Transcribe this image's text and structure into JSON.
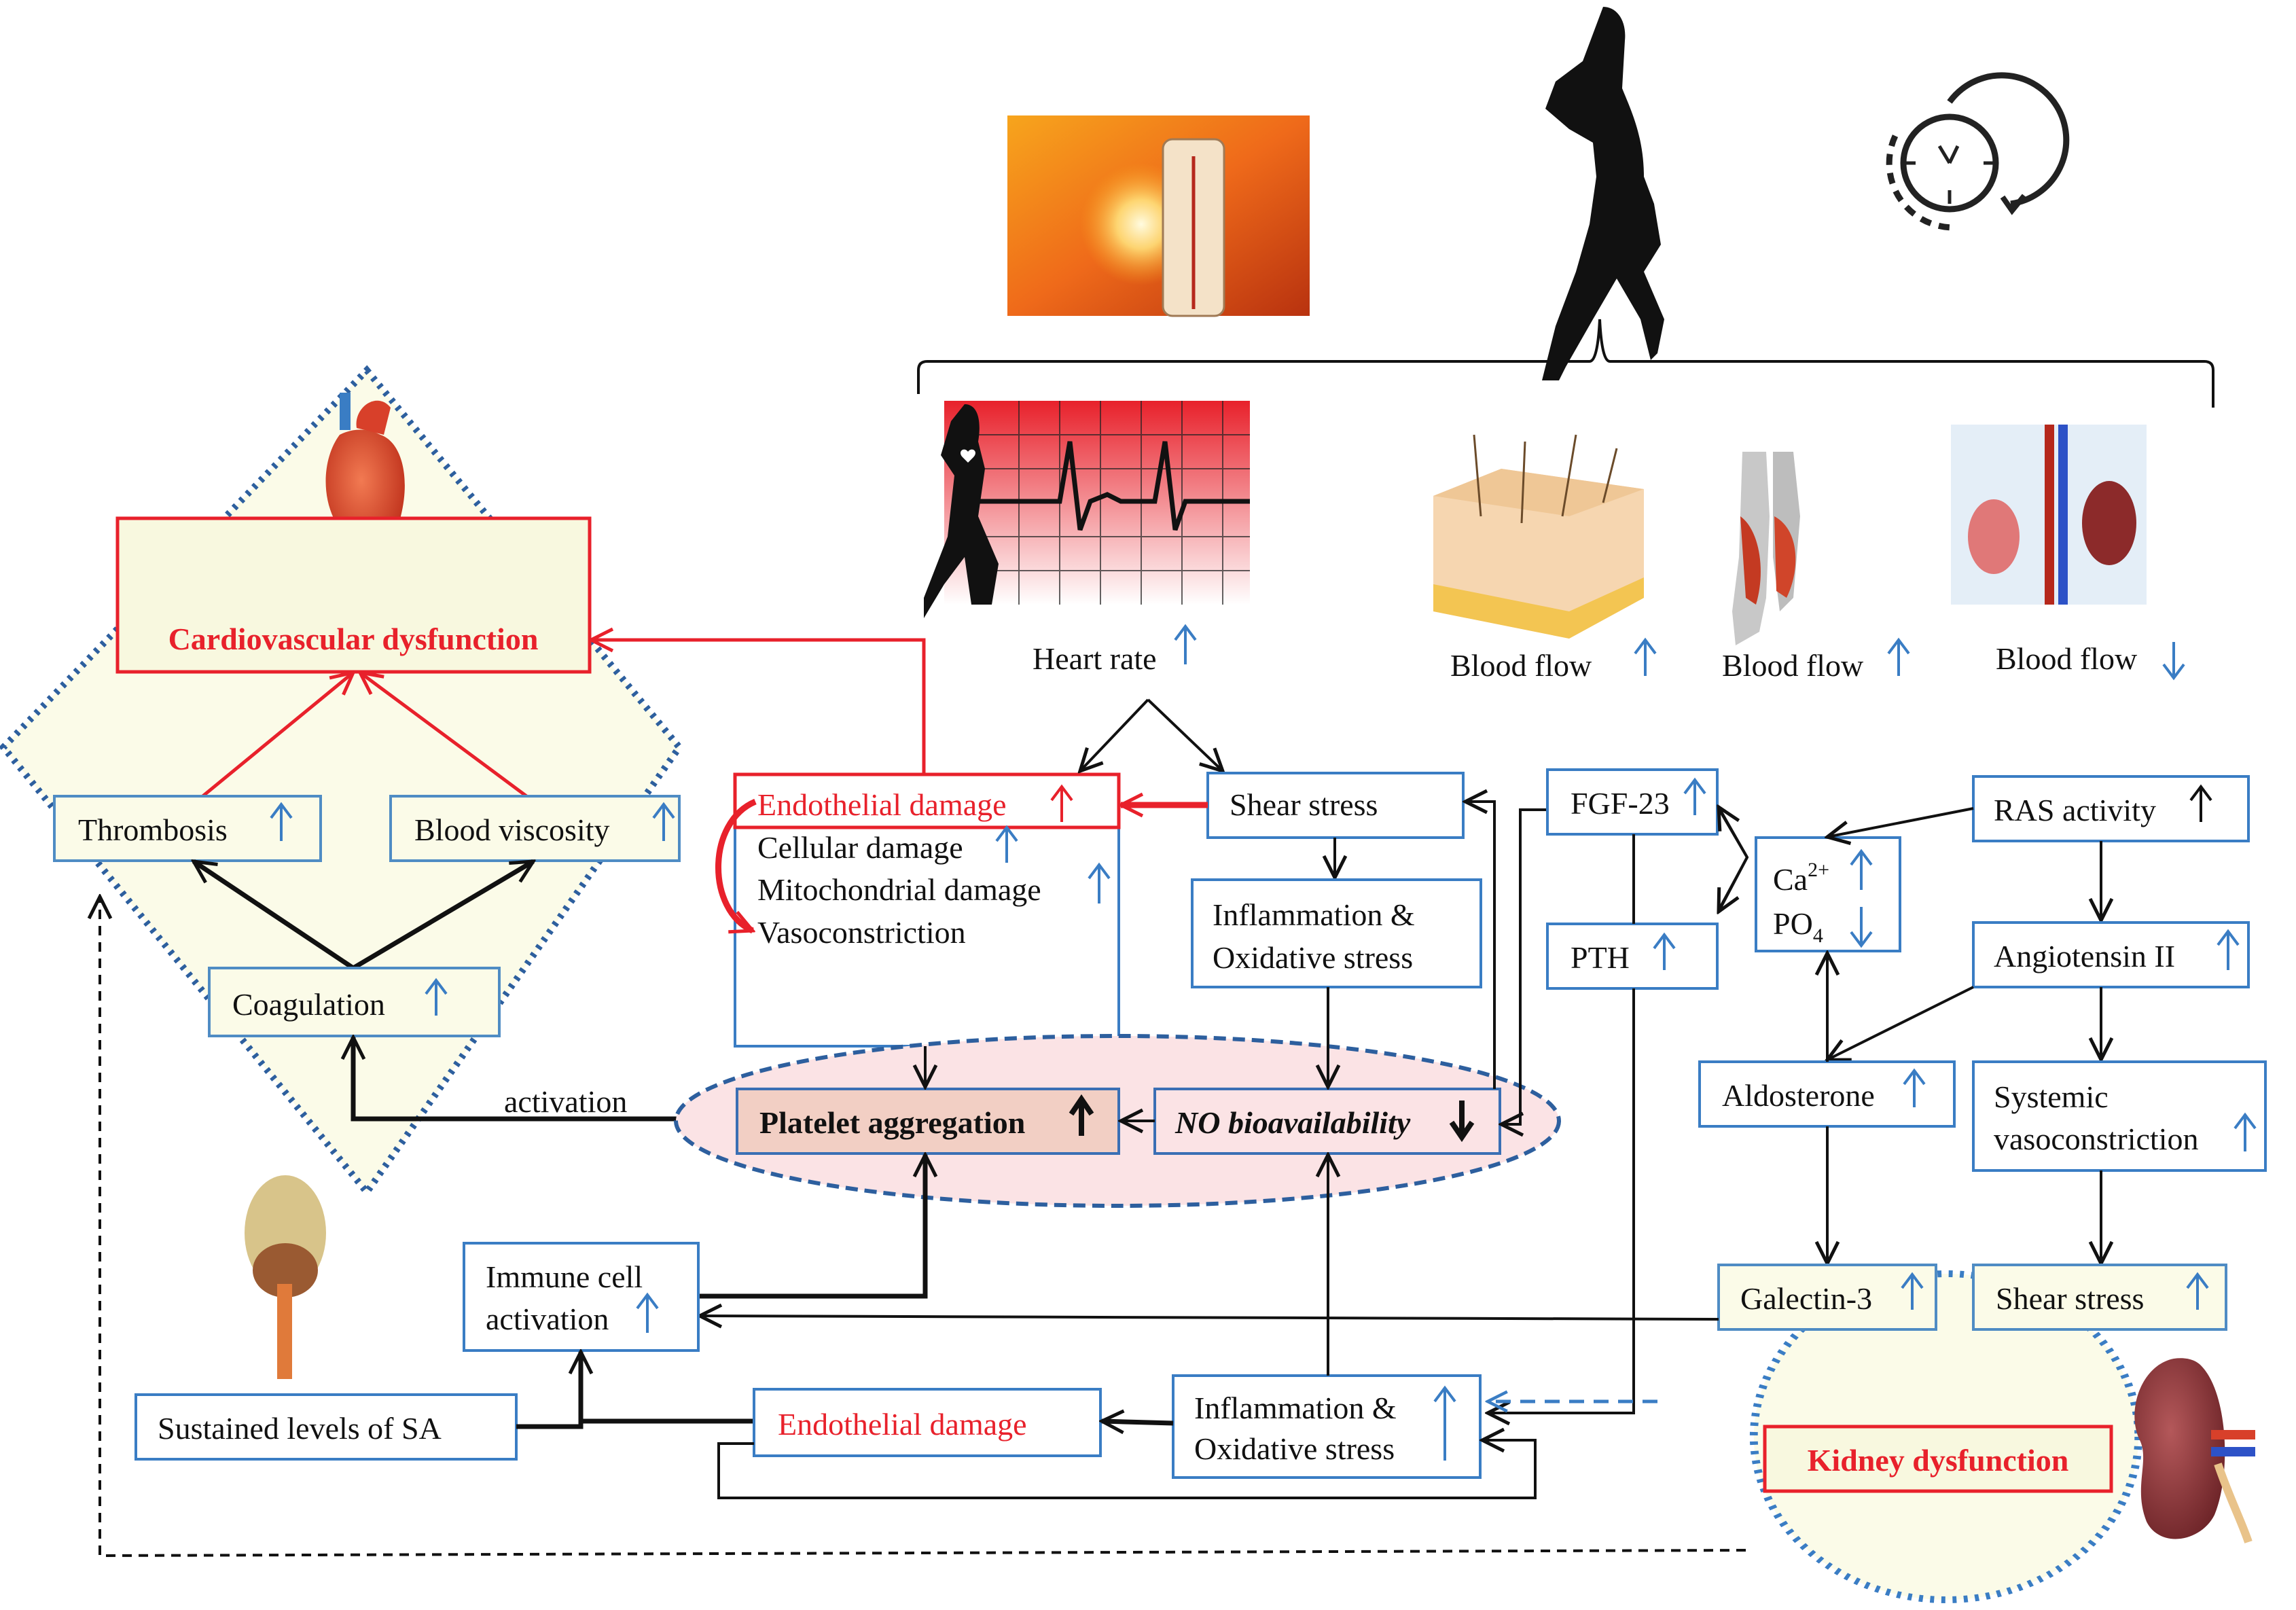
{
  "top": {
    "icons": [
      "heat-thermometer-image",
      "runner-silhouette",
      "clock-cycle-icon"
    ]
  },
  "physiology": {
    "heart_rate": {
      "label": "Heart rate",
      "trend": "up"
    },
    "skin_blood_flow": {
      "label": "Blood flow",
      "trend": "up"
    },
    "muscle_blood_flow": {
      "label": "Blood flow",
      "trend": "up"
    },
    "kidney_blood_flow": {
      "label": "Blood flow",
      "trend": "down"
    }
  },
  "cardio": {
    "title": "Cardiovascular dysfunction",
    "thrombosis": "Thrombosis",
    "viscosity": "Blood viscosity",
    "coagulation": "Coagulation",
    "activation_label": "activation"
  },
  "endothelial_block": {
    "line1": "Endothelial damage",
    "line2": "Cellular damage",
    "line3": "Mitochondrial damage",
    "line4": "Vasoconstriction"
  },
  "center": {
    "shear_stress": "Shear stress",
    "inflammation_l1": "Inflammation &",
    "inflammation_l2": "Oxidative stress",
    "platelet": "Platelet aggregation",
    "no_bio": "NO bioavailability"
  },
  "renal": {
    "fgf23": "FGF-23",
    "pth": "PTH",
    "ca": "Ca",
    "ca_sup": "2+",
    "po": "PO",
    "po_sub": "4",
    "ras": "RAS activity",
    "angiotensin": "Angiotensin II",
    "aldosterone": "Aldosterone",
    "systemic_l1": "Systemic",
    "systemic_l2": "vasoconstriction",
    "galectin": "Galectin-3",
    "shear_stress": "Shear stress",
    "kidney_title": "Kidney dysfunction"
  },
  "bottom": {
    "immune_l1": "Immune cell",
    "immune_l2": "activation",
    "sa": "Sustained levels of SA",
    "endothelial": "Endothelial damage",
    "inflammation_l1": "Inflammation &",
    "inflammation_l2": "Oxidative stress"
  },
  "colors": {
    "accent_red": "#e8212b",
    "accent_blue": "#3a7dc4",
    "cream": "#fbfbe8",
    "pink": "#fbe3e5"
  }
}
